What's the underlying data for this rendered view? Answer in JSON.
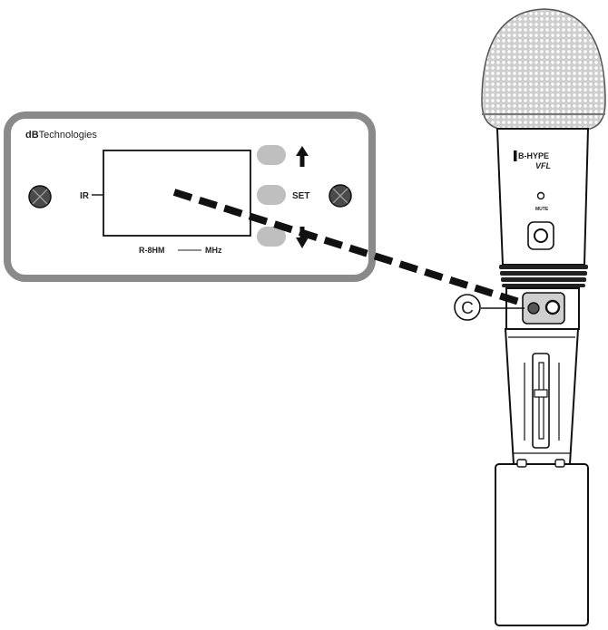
{
  "receiver": {
    "brand_bold": "dB",
    "brand_rest": "Technologies",
    "ir_label": "IR",
    "set_label": "SET",
    "model_label": "R-8HM",
    "unit_label": "MHz"
  },
  "microphone": {
    "logo_line1": "B-HYPE",
    "logo_line2": "VFL",
    "mute_label": "MUTE"
  },
  "callout": {
    "letter": "C"
  }
}
